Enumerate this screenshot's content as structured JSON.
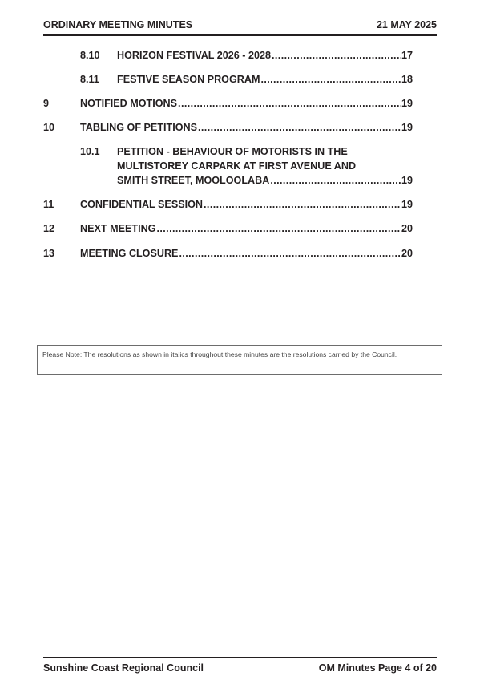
{
  "header": {
    "title": "ORDINARY MEETING MINUTES",
    "date": "21 MAY 2025"
  },
  "toc": {
    "items": [
      {
        "number": "8.10",
        "title": "HORIZON FESTIVAL 2026 - 2028",
        "page": "17"
      },
      {
        "number": "8.11",
        "title": "FESTIVE SEASON PROGRAM",
        "page": "18"
      },
      {
        "number": "9",
        "title": "NOTIFIED MOTIONS",
        "page": "19"
      },
      {
        "number": "10",
        "title": "TABLING OF PETITIONS",
        "page": "19"
      },
      {
        "number": "10.1",
        "title_line1": "PETITION - BEHAVIOUR OF MOTORISTS IN THE",
        "title_line2": "MULTISTOREY CARPARK AT FIRST AVENUE AND",
        "title": "SMITH STREET, MOOLOOLABA",
        "page": "19"
      },
      {
        "number": "11",
        "title": "CONFIDENTIAL SESSION",
        "page": "19"
      },
      {
        "number": "12",
        "title": "NEXT MEETING",
        "page": "20"
      },
      {
        "number": "13",
        "title": "MEETING CLOSURE",
        "page": "20"
      }
    ]
  },
  "note": {
    "text": "Please Note:  The resolutions as shown in italics throughout these minutes are the resolutions carried by the Council."
  },
  "footer": {
    "organisation": "Sunshine Coast Regional Council",
    "page_label": "OM Minutes Page 4 of 20"
  }
}
